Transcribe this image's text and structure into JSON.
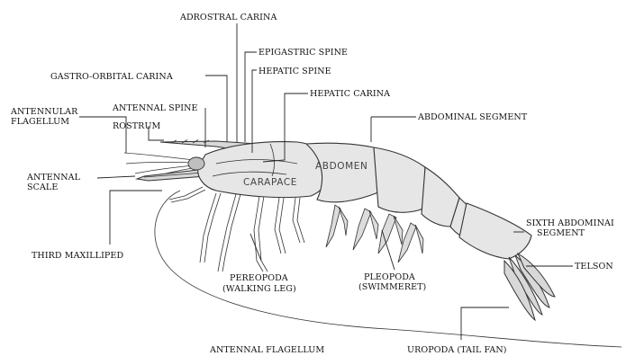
{
  "labels": {
    "adrostral_carina": "ADROSTRAL CARINA",
    "epigastric_spine": "EPIGASTRIC SPINE",
    "gastro_orbital_carina": "GASTRO-ORBITAL CARINA",
    "hepatic_spine": "HEPATIC SPINE",
    "hepatic_carina": "HEPATIC CARINA",
    "antennular_flagellum_1": "ANTENNULAR",
    "antennular_flagellum_2": "FLAGELLUM",
    "antennal_spine": "ANTENNAL SPINE",
    "rostrum": "ROSTRUM",
    "abdominal_segment": "ABDOMINAL SEGMENT",
    "antennal_scale_1": "ANTENNAL",
    "antennal_scale_2": "SCALE",
    "sixth_abdominal_1": "SIXTH ABDOMINAI",
    "sixth_abdominal_2": "SEGMENT",
    "third_maxilliped": "THIRD MAXILLIPED",
    "telson": "TELSON",
    "pereopoda_1": "PEREOPODA",
    "pereopoda_2": "(WALKING LEG)",
    "pleopoda_1": "PLEOPODA",
    "pleopoda_2": "(SWIMMERET)",
    "antennal_flagellum": "ANTENNAL FLAGELLUM",
    "uropoda": "UROPODA (TAIL FAN)"
  },
  "body_text": {
    "abdomen": "ABDOMEN",
    "carapace": "CARAPACE"
  }
}
